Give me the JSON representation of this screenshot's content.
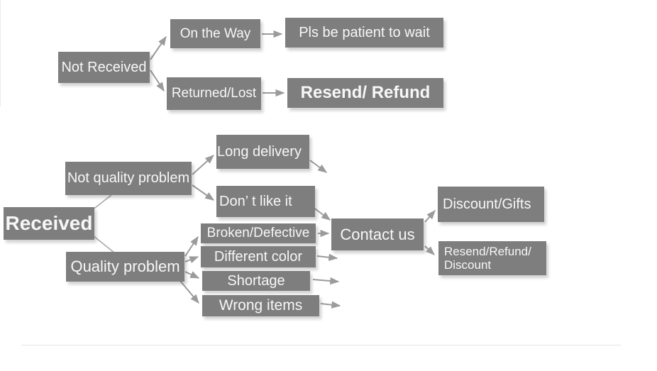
{
  "palette": {
    "node_fill": "#7e7e7e",
    "node_text": "#f7f7f7",
    "arrow": "#9b9b9b",
    "background": "#ffffff"
  },
  "flowchart": {
    "nodes": {
      "not_received": "Not Received",
      "on_the_way": "On the Way",
      "pls_wait": "Pls be patient to wait",
      "returned_lost": "Returned/Lost",
      "resend_refund": "Resend/ Refund",
      "received": "Received",
      "not_quality_problem": "Not quality problem",
      "long_delivery": "Long delivery",
      "dont_like_it": "Don’ t like it",
      "quality_problem": "Quality problem",
      "broken_defective": "Broken/Defective",
      "different_color": "Different color",
      "shortage": "Shortage",
      "wrong_items": "Wrong items",
      "contact_us": "Contact us",
      "discount_gifts": "Discount/Gifts",
      "resend_refund_discount": "Resend/Refund/ Discount"
    },
    "edges": [
      {
        "from": "not_received",
        "to": "on_the_way",
        "arrowhead": true
      },
      {
        "from": "not_received",
        "to": "returned_lost",
        "arrowhead": true
      },
      {
        "from": "on_the_way",
        "to": "pls_wait",
        "arrowhead": true
      },
      {
        "from": "returned_lost",
        "to": "resend_refund",
        "arrowhead": true
      },
      {
        "from": "received",
        "to": "not_quality_problem",
        "arrowhead": false
      },
      {
        "from": "received",
        "to": "quality_problem",
        "arrowhead": false
      },
      {
        "from": "not_quality_problem",
        "to": "long_delivery",
        "arrowhead": true
      },
      {
        "from": "not_quality_problem",
        "to": "dont_like_it",
        "arrowhead": true
      },
      {
        "from": "long_delivery",
        "to": "contact_us",
        "arrowhead": true
      },
      {
        "from": "dont_like_it",
        "to": "contact_us",
        "arrowhead": true
      },
      {
        "from": "quality_problem",
        "to": "broken_defective",
        "arrowhead": true
      },
      {
        "from": "quality_problem",
        "to": "different_color",
        "arrowhead": true
      },
      {
        "from": "quality_problem",
        "to": "shortage",
        "arrowhead": true
      },
      {
        "from": "quality_problem",
        "to": "wrong_items",
        "arrowhead": true
      },
      {
        "from": "broken_defective",
        "to": "contact_us",
        "arrowhead": true
      },
      {
        "from": "different_color",
        "to": "contact_us",
        "arrowhead": true
      },
      {
        "from": "shortage",
        "to": "contact_us",
        "arrowhead": true
      },
      {
        "from": "wrong_items",
        "to": "contact_us",
        "arrowhead": true
      },
      {
        "from": "contact_us",
        "to": "discount_gifts",
        "arrowhead": true
      },
      {
        "from": "contact_us",
        "to": "resend_refund_discount",
        "arrowhead": true
      }
    ]
  }
}
